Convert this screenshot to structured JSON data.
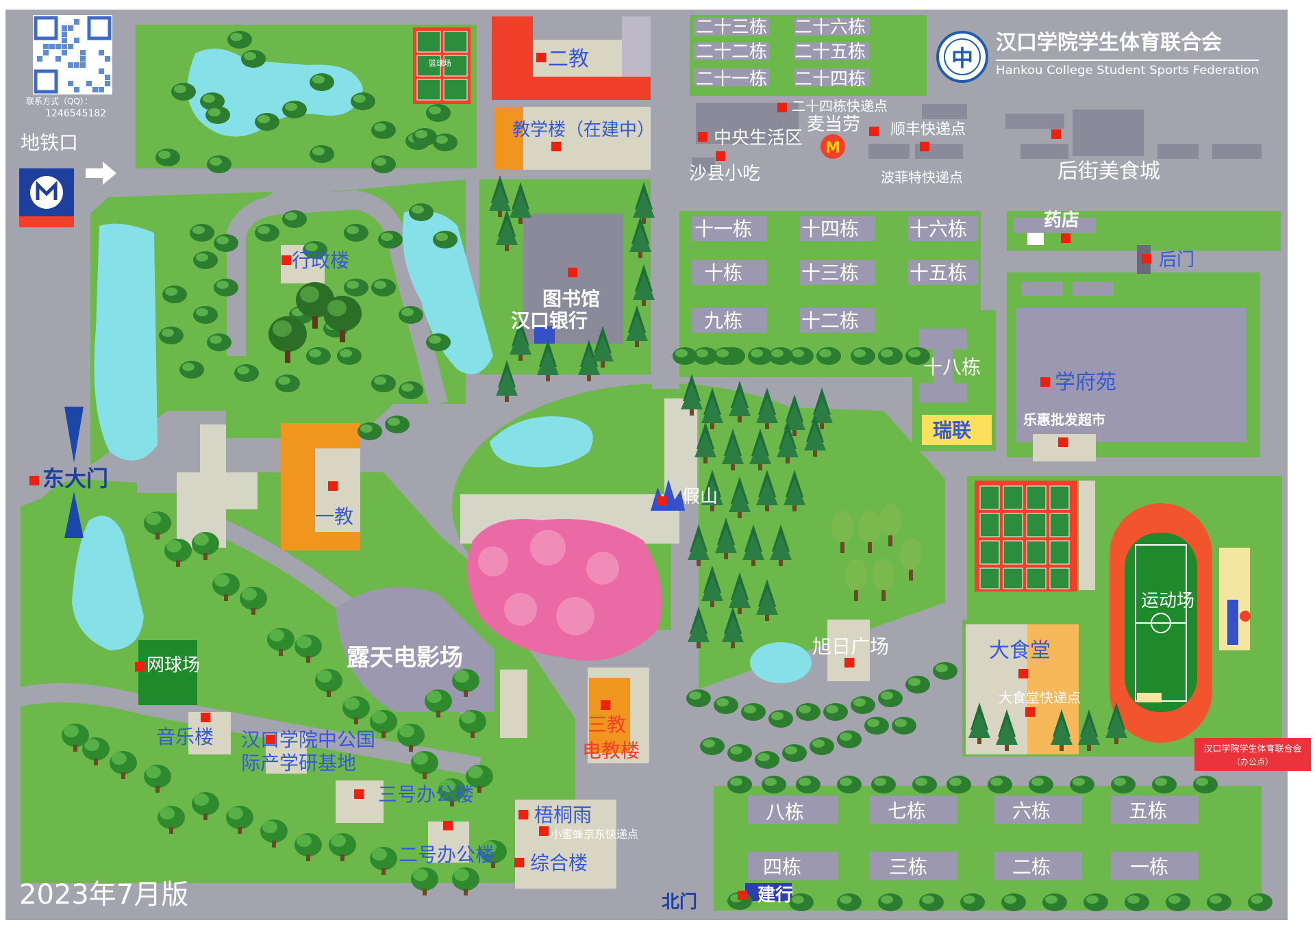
{
  "qr": {
    "contact_label": "联系方式（QQ）：",
    "contact_number": "1246545182"
  },
  "org": {
    "name_cn": "汉口学院学生体育联合会",
    "name_en": "Hankou College Student Sports Federation",
    "office_tag_1": "汉口学院学生体育联合会",
    "office_tag_2": "（办公点）"
  },
  "version": "2023年7月版",
  "entrances": {
    "metro": "地铁口",
    "east_gate": "东大门",
    "north_gate": "北门",
    "back_gate": "后门"
  },
  "buildings": {
    "er_jiao": "二教",
    "teaching_building": "教学楼（在建中）",
    "basketball": "篮球场",
    "admin": "行政楼",
    "library": "图书馆",
    "hankou_bank": "汉口银行",
    "yi_jiao": "一教",
    "rockery": "假山",
    "open_cinema": "露天电影场",
    "tennis": "网球场",
    "music": "音乐楼",
    "research_base_1": "汉口学院中公国",
    "research_base_2": "际产学研基地",
    "office3": "三号办公楼",
    "office2": "二号办公楼",
    "wutongyu": "梧桐雨",
    "jd_express": "小蜜蜂京东快递点",
    "zonghe": "综合楼",
    "san_jiao_1": "三教",
    "san_jiao_2": "电教楼",
    "xuri_square": "旭日广场",
    "big_canteen": "大食堂",
    "canteen_express": "大食堂快递点",
    "stadium": "运动场",
    "xuefuyuan": "学府苑",
    "lehui": "乐惠批发超市",
    "pharmacy": "药店",
    "ruilian": "瑞联",
    "construction_bank": "建行",
    "central_life": "中央生活区",
    "shaxian": "沙县小吃",
    "mcd": "麦当劳",
    "sf_express": "顺丰快递点",
    "bofeite": "波菲特快递点",
    "b24_express": "二十四栋快递点",
    "food_street": "后街美食城"
  },
  "dorms": {
    "d23": "二十三栋",
    "d26": "二十六栋",
    "d22": "二十二栋",
    "d25": "二十五栋",
    "d21": "二十一栋",
    "d24": "二十四栋",
    "d11": "十一栋",
    "d14": "十四栋",
    "d16": "十六栋",
    "d10": "十栋",
    "d13": "十三栋",
    "d15": "十五栋",
    "d9": "九栋",
    "d12": "十二栋",
    "d18": "十八栋",
    "d8": "八栋",
    "d7": "七栋",
    "d6": "六栋",
    "d5": "五栋",
    "d4": "四栋",
    "d3": "三栋",
    "d2": "二栋",
    "d1": "一栋"
  },
  "colors": {
    "grass": "#6cb84a",
    "road": "#a2a2ac",
    "water": "#86e0e8",
    "orange": "#f0951e",
    "red": "#f0402a",
    "blue_text": "#3558d8",
    "track": "#f2552e",
    "pink": "#ea6aa6"
  }
}
